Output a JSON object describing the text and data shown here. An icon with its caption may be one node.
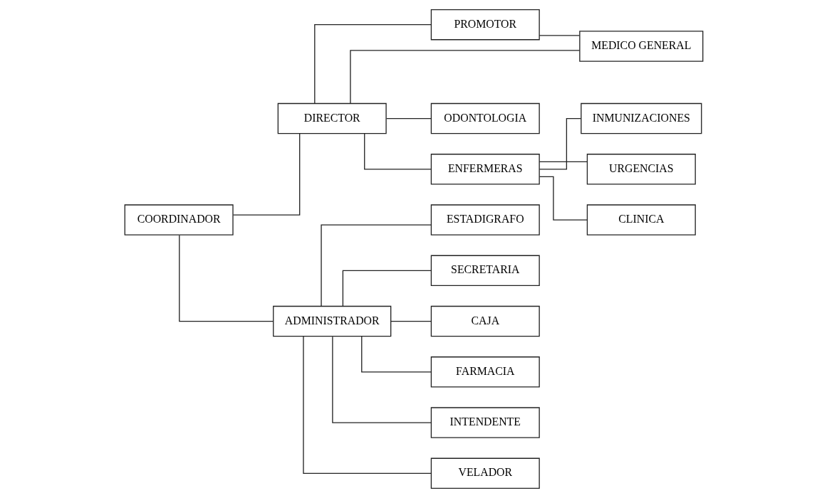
{
  "diagram": {
    "nodes": [
      {
        "text": [
          "COORDINADOR"
        ]
      },
      {
        "text": [
          "DIRECTOR"
        ]
      },
      {
        "text": [
          "PROMOTOR"
        ]
      },
      {
        "text": [
          "MEDICO GENERAL"
        ]
      },
      {
        "text": [
          "ODONTOLOGIA"
        ]
      },
      {
        "text": [
          "ENFERMERAS"
        ]
      },
      {
        "text": [
          "INMUNIZACIONES"
        ]
      },
      {
        "text": [
          "URGENCIAS"
        ]
      },
      {
        "text": [
          "CLINICA"
        ]
      },
      {
        "text": [
          "ADMINISTRADOR"
        ]
      },
      {
        "text": [
          "ESTADIGRAFO"
        ]
      },
      {
        "text": [
          "SECRETARIA"
        ]
      },
      {
        "text": [
          "CAJA"
        ]
      },
      {
        "text": [
          "FARMACIA"
        ]
      },
      {
        "text": [
          "INTENDENTE"
        ]
      },
      {
        "text": [
          "VELADOR"
        ]
      }
    ],
    "edges": [
      {
        "from": 0,
        "to": 1,
        "arrow": "none"
      },
      {
        "from": 0,
        "to": 9,
        "arrow": "none"
      },
      {
        "from": 1,
        "to": 2,
        "arrow": "none"
      },
      {
        "from": 2,
        "to": 3,
        "arrow": "none"
      },
      {
        "from": 1,
        "to": 3,
        "arrow": "none"
      },
      {
        "from": 1,
        "to": 4,
        "arrow": "none"
      },
      {
        "from": 1,
        "to": 5,
        "arrow": "none"
      },
      {
        "from": 5,
        "to": 6,
        "arrow": "none"
      },
      {
        "from": 5,
        "to": 7,
        "arrow": "none"
      },
      {
        "from": 5,
        "to": 8,
        "arrow": "none"
      },
      {
        "from": 9,
        "to": 10,
        "arrow": "none"
      },
      {
        "from": 9,
        "to": 11,
        "arrow": "none"
      },
      {
        "from": 9,
        "to": 12,
        "arrow": "none"
      },
      {
        "from": 9,
        "to": 13,
        "arrow": "none"
      },
      {
        "from": 9,
        "to": 14,
        "arrow": "none"
      },
      {
        "from": 9,
        "to": 15,
        "arrow": "none"
      }
    ]
  }
}
